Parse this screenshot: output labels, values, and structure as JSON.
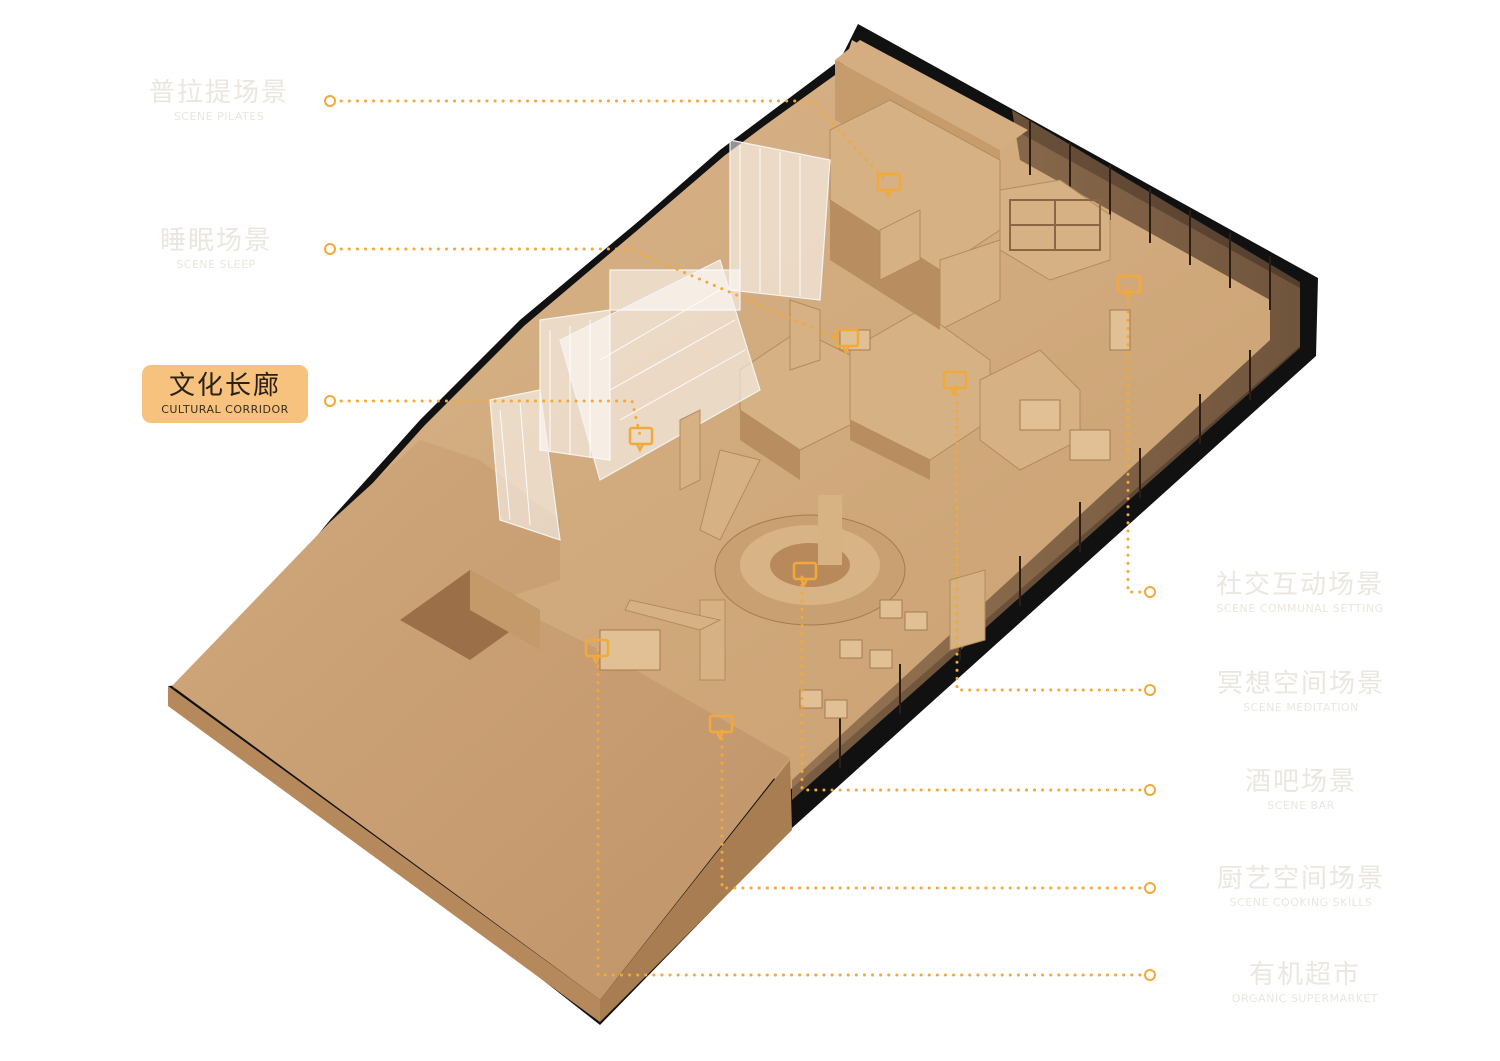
{
  "colors": {
    "accent": "#f2a93b",
    "callout_bg": "#f6c27d",
    "wood": "#cfa87c",
    "outline": "#000000"
  },
  "labels": {
    "pilates": {
      "zh": "普拉提场景",
      "en": "SCENE PILATES",
      "active": false
    },
    "sleep": {
      "zh": "睡眠场景",
      "en": "SCENE SLEEP",
      "active": false
    },
    "corridor": {
      "zh": "文化长廊",
      "en": "CULTURAL CORRIDOR",
      "active": true
    },
    "communal": {
      "zh": "社交互动场景",
      "en": "SCENE COMMUNAL SETTING",
      "active": false
    },
    "meditation": {
      "zh": "冥想空间场景",
      "en": "SCENE MEDITATION",
      "active": false
    },
    "bar": {
      "zh": "酒吧场景",
      "en": "SCENE BAR",
      "active": false
    },
    "cooking": {
      "zh": "厨艺空间场景",
      "en": "SCENE COOKING SKILLS",
      "active": false
    },
    "market": {
      "zh": "有机超市",
      "en": "ORGANIC SUPERMARKET",
      "active": false
    }
  },
  "markers": {
    "icon": "speech-bubble-icon"
  }
}
